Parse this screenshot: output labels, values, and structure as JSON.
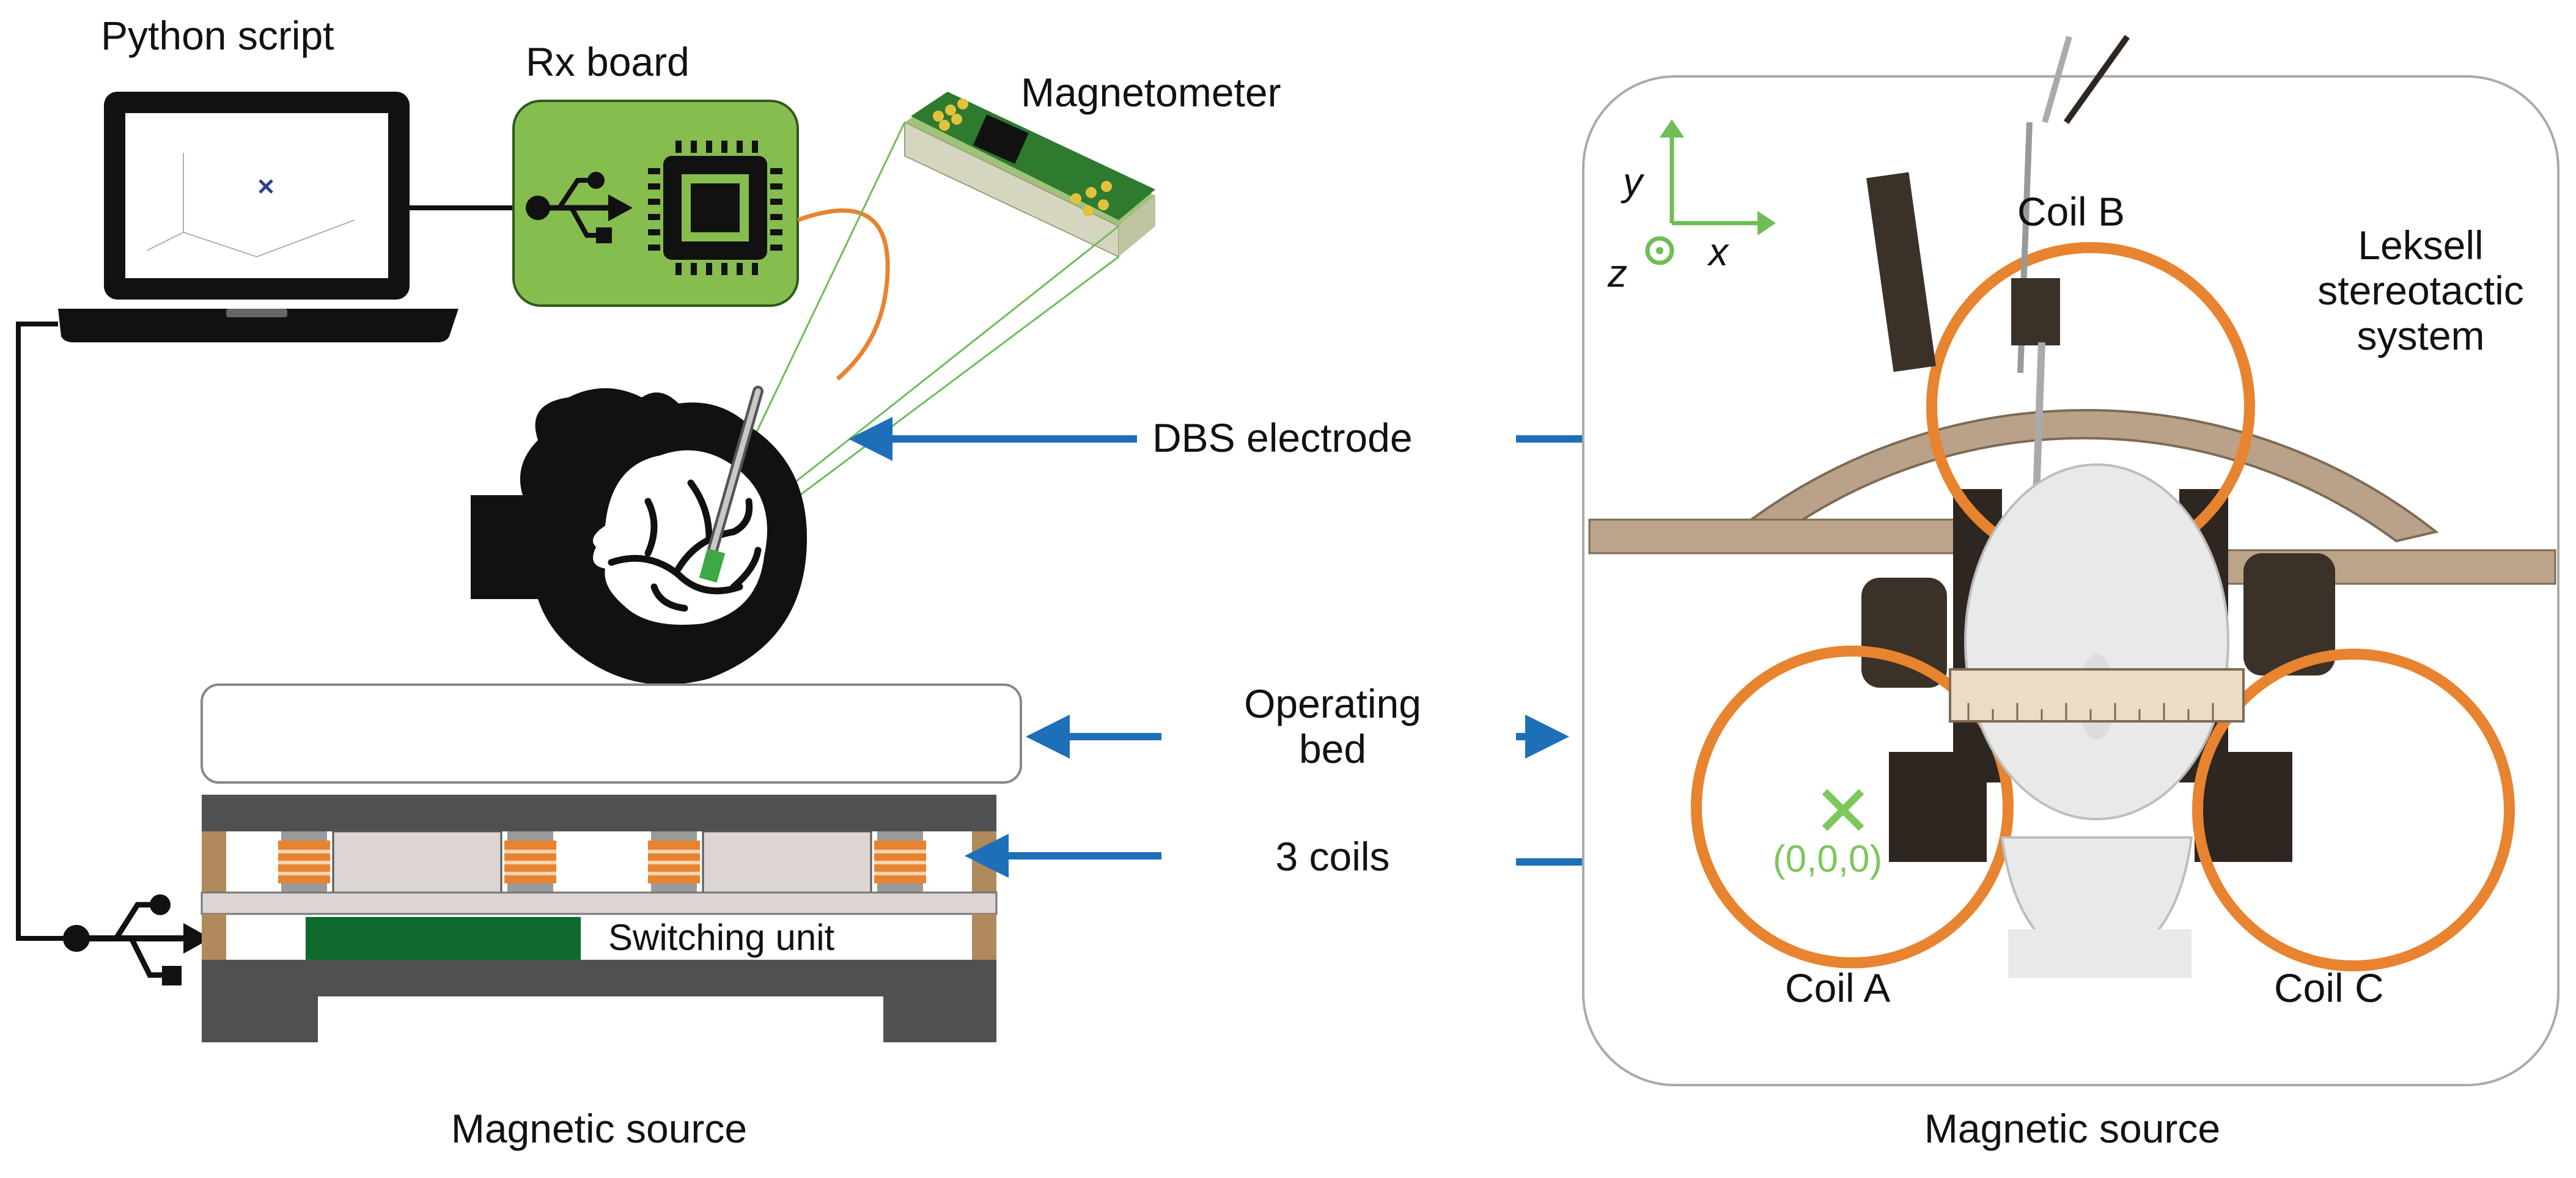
{
  "labels": {
    "python_script": "Python script",
    "rx_board": "Rx board",
    "magnetometer": "Magnetometer",
    "dbs_electrode": "DBS electrode",
    "operating_bed_line1": "Operating",
    "operating_bed_line2": "bed",
    "three_coils": "3 coils",
    "switching_unit": "Switching unit",
    "magnetic_source_left": "Magnetic source",
    "magnetic_source_right": "Magnetic source",
    "coil_a": "Coil A",
    "coil_b": "Coil B",
    "coil_c": "Coil C",
    "leksell_line1": "Leksell",
    "leksell_line2": "stereotactic",
    "leksell_line3": "system",
    "origin": "(0,0,0)",
    "axis_x": "x",
    "axis_y": "y",
    "axis_z": "z"
  },
  "colors": {
    "arrow_blue": "#1d6fb8",
    "coil_orange": "#e8832f",
    "board_green": "#86bd4f",
    "axis_green": "#6ebd55",
    "switch_green": "#0f6b2d",
    "frame_dark": "#505050",
    "frame_tan": "#b08a5c"
  },
  "icons": [
    "laptop-icon",
    "usb-icon",
    "chip-icon",
    "head-brain-icon",
    "magnetometer-pcb-icon",
    "coordinate-axes-icon"
  ]
}
